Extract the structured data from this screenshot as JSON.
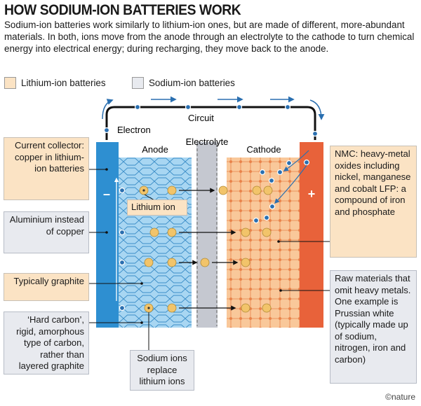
{
  "title": "HOW SODIUM-ION BATTERIES WORK",
  "intro": "Sodium-ion batteries work similarly to lithium-ion ones, but are made of different, more-abundant materials. In both, ions move from the anode through an electrolyte to the cathode to turn chemical energy into electrical energy; during recharging, they move back to the anode.",
  "legend": {
    "lithium": "Lithium-ion batteries",
    "sodium": "Sodium-ion batteries"
  },
  "colors": {
    "lithium_box": "#fbe3c4",
    "sodium_box": "#e8eaef",
    "anode_collector": "#2e8fd1",
    "cathode_collector": "#e8623a",
    "anode": "#a8d6f2",
    "electrolyte": "#c5c8d0",
    "cathode": "#f9c89a",
    "ion": "#f2c46a",
    "electron": "#2a6fb0"
  },
  "diagram": {
    "circuit": "Circuit",
    "electron": "Electron",
    "anode": "Anode",
    "electrolyte": "Electrolyte",
    "cathode": "Cathode",
    "minus": "–",
    "plus": "+",
    "lithium_ion": "Lithium ion"
  },
  "notes": {
    "current_collector": "Current collector: copper in lithium-ion batteries",
    "aluminium": "Aluminium instead of copper",
    "graphite": "Typically graphite",
    "hard_carbon": "‘Hard carbon’, rigid, amorphous type of carbon, rather than layered graphite",
    "sodium_ions": "Sodium ions replace lithium ions",
    "nmc": "NMC: heavy-metal oxides including nickel, manganese and cobalt LFP: a compound of iron and phosphate",
    "raw_materials": "Raw materials that omit heavy metals. One example is Prussian white (typically made up of sodium, nitrogen, iron and carbon)"
  },
  "credit": "©nature"
}
